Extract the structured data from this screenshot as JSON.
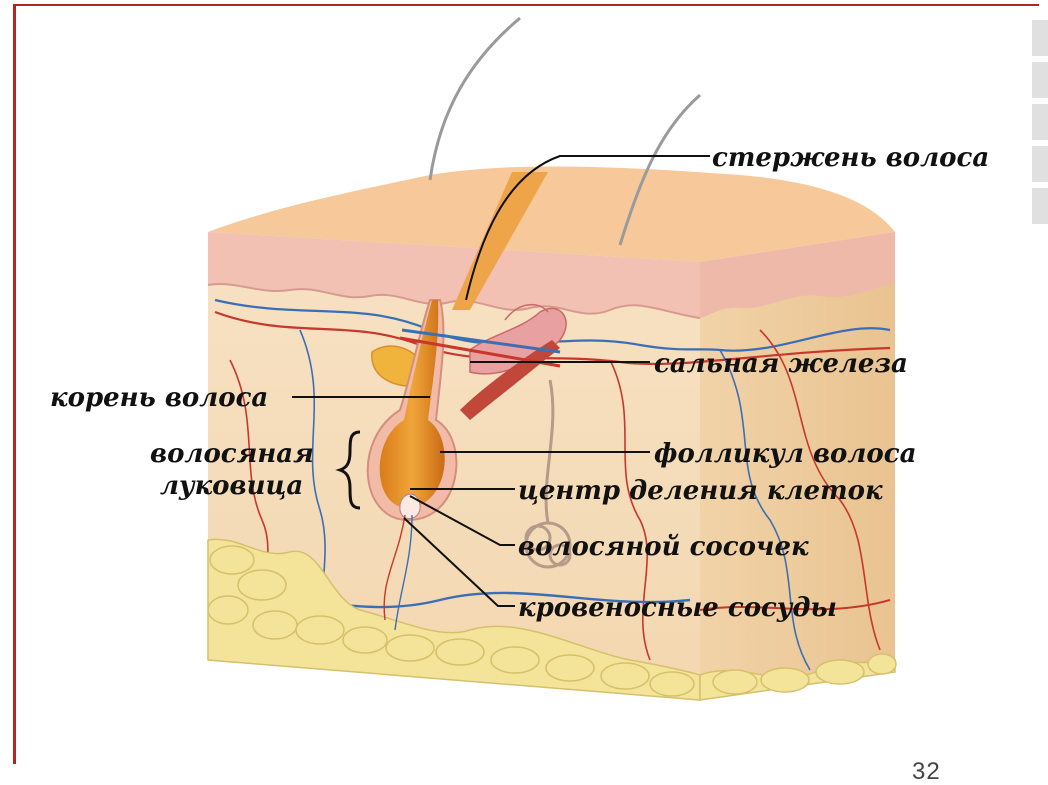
{
  "top_snippet": "",
  "labels": {
    "shaft": "стержень волоса",
    "sebaceous_gland": "сальная железа",
    "root": "корень волоса",
    "bulb_line1": "волосяная",
    "bulb_line2": "луковица",
    "follicle": "фолликул волоса",
    "division_center": "центр деления клеток",
    "papilla": "волосяной сосочек",
    "vessels": "кровеносные сосуды"
  },
  "page_number": "32",
  "colors": {
    "frame": "#b52424",
    "skin_top": "#f6c89a",
    "skin_front": "#f7dfc0",
    "skin_side": "#efcfa4",
    "fat": "#f3e49a",
    "hair_root": "#e89a2c",
    "artery": "#c8372d",
    "vein": "#3b6fb5"
  }
}
